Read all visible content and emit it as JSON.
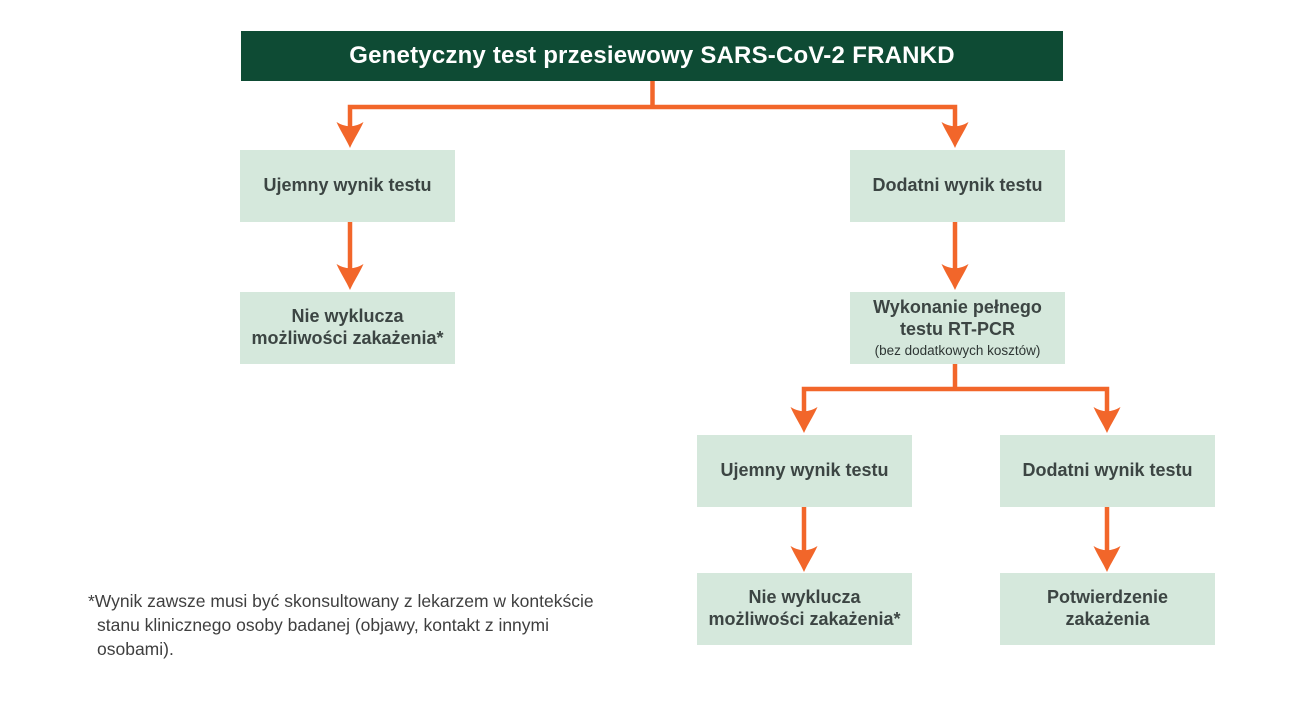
{
  "title": {
    "text": "Genetyczny test przesiewowy SARS-CoV-2",
    "brand": "FRANKD"
  },
  "boxes": {
    "left_negative": {
      "label": "Ujemny wynik testu"
    },
    "left_outcome": {
      "line1": "Nie wyklucza",
      "line2": "możliwości zakażenia*"
    },
    "right_positive": {
      "label": "Dodatni wynik testu"
    },
    "rtpcr": {
      "line1": "Wykonanie pełnego",
      "line2": "testu RT-PCR",
      "note": "(bez dodatkowych kosztów)"
    },
    "pcr_negative": {
      "label": "Ujemny wynik testu"
    },
    "pcr_positive": {
      "label": "Dodatni wynik testu"
    },
    "pcr_negative_outcome": {
      "line1": "Nie wyklucza",
      "line2": "możliwości zakażenia*"
    },
    "pcr_positive_outcome": {
      "line1": "Potwierdzenie",
      "line2": "zakażenia"
    }
  },
  "footnote": {
    "line1": "*Wynik zawsze musi być skonsultowany z lekarzem w kontekście",
    "line2": "stanu klinicznego osoby badanej (objawy, kontakt z innymi",
    "line3": "osobami)."
  },
  "colors": {
    "header_bg": "#0E4B34",
    "header_text": "#FFFFFF",
    "node_bg": "#D5E8DC",
    "node_text": "#3C4543",
    "arrow": "#F2662A",
    "background": "#FFFFFF"
  }
}
